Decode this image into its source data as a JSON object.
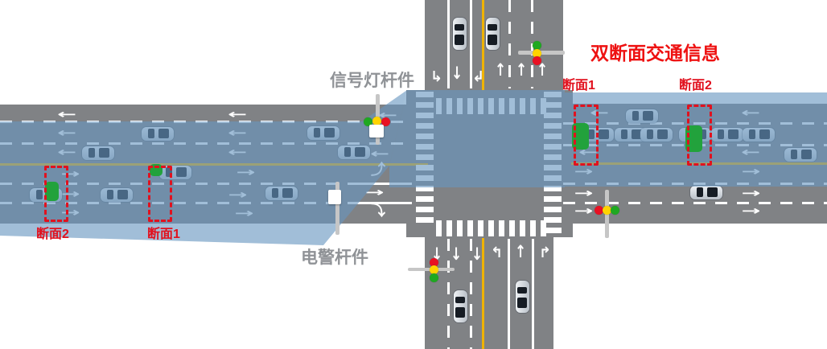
{
  "diagram": {
    "title": "双断面交通信息",
    "pole_labels": {
      "signal": "信号灯杆件",
      "police": "电警杆件"
    },
    "sections": {
      "west": {
        "s1": "断面1",
        "s2": "断面2"
      },
      "east": {
        "s1": "断面1",
        "s2": "断面2"
      }
    },
    "colors": {
      "road_gray": "#808285",
      "analysis_overlay_blue": "#6896c0",
      "lane_line_white": "#ffffff",
      "center_line_yellow": "#efb301",
      "section_marker_red": "#e1111e",
      "detector_green": "#22a23c",
      "signal_red": "#e81123",
      "signal_yellow": "#ffd400",
      "signal_green": "#1fa821",
      "pole_gray": "#c6c6c6",
      "pole_label_gray": "#8f9296",
      "title_red": "#ee1111"
    },
    "icons": {
      "arrow_left": "←",
      "arrow_right": "→",
      "arrow_up": "↑",
      "arrow_down": "↓",
      "arrow_turn_up_left": "↰",
      "arrow_turn_up_right": "↱",
      "arrow_right_then_up": "⤴",
      "arrow_right_then_down": "⤵"
    }
  }
}
